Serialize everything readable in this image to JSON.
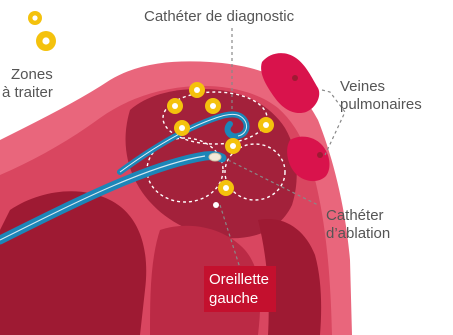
{
  "legend": {
    "label_line1": "Zones",
    "label_line2": "à traiter"
  },
  "labels": {
    "diagnostic": "Cathéter de diagnostic",
    "veines_line1": "Veines",
    "veines_line2": "pulmonaires",
    "ablation_line1": "Cathéter",
    "ablation_line2": "d’ablation",
    "oreillette_line1": "Oreillette",
    "oreillette_line2": "gauche"
  },
  "colors": {
    "heart_outer": "#e9667c",
    "heart_wall": "#d94660",
    "atrium_dark": "#9e1a33",
    "atrium_mid": "#bb2a45",
    "vein": "#d9134c",
    "catheter_blue": "#1c86b8",
    "zone_yellow": "#f4c20d",
    "label_box": "#c4102e",
    "text_gray": "#555555"
  }
}
